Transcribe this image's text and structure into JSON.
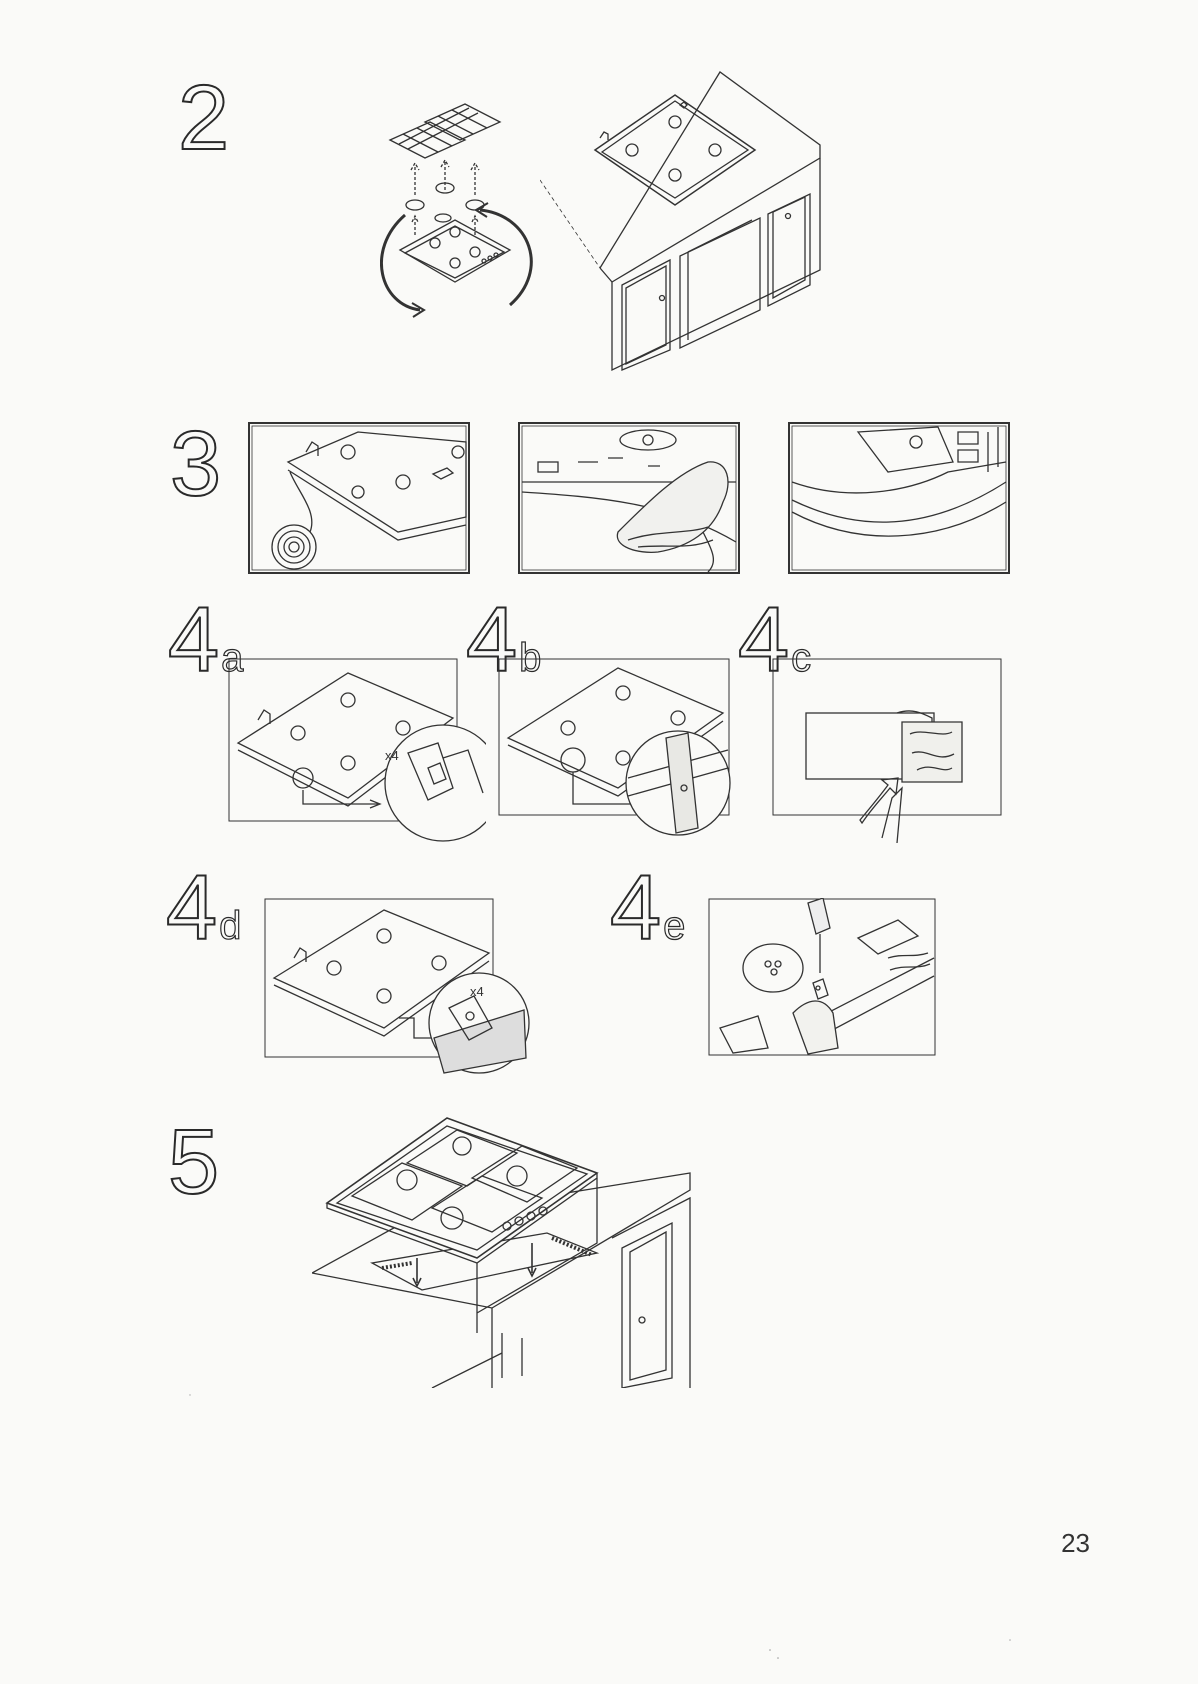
{
  "steps": {
    "s2": "2",
    "s3": "3",
    "s4a": "4",
    "s4a_sub": "a",
    "s4b": "4",
    "s4b_sub": "b",
    "s4c": "4",
    "s4c_sub": "c",
    "s4d": "4",
    "s4d_sub": "d",
    "s4e": "4",
    "s4e_sub": "e",
    "s5": "5"
  },
  "labels": {
    "clips_4a": "x4",
    "clips_4d": "x4"
  },
  "page_number": "23"
}
